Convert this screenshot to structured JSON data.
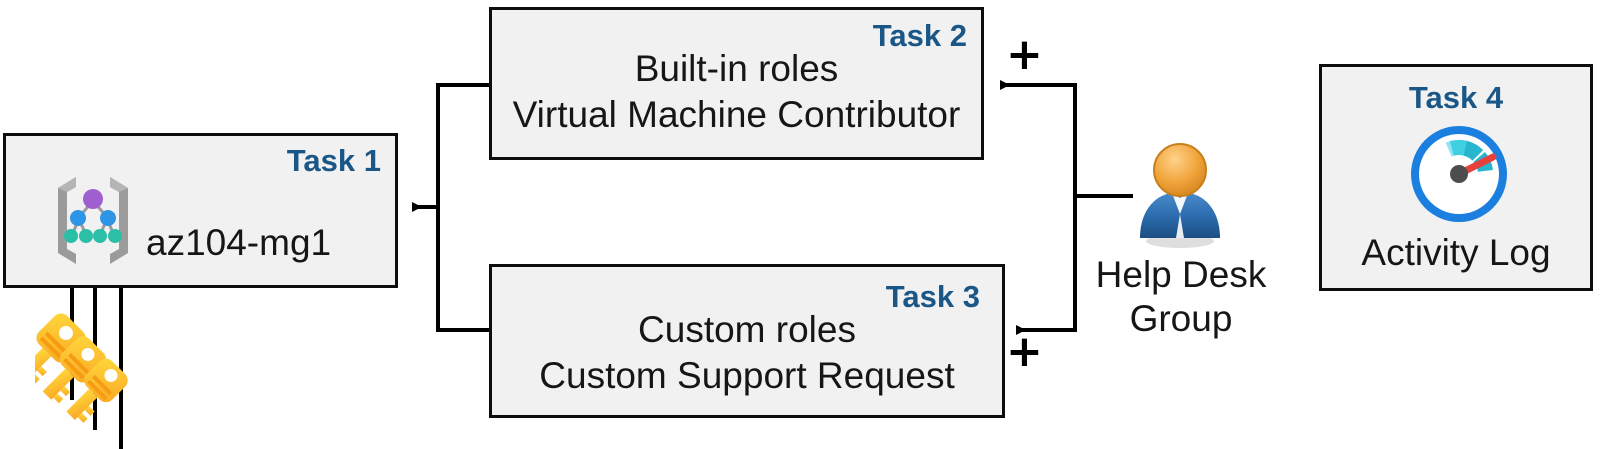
{
  "diagram": {
    "title": "Azure RBAC task diagram",
    "accent_color": "#1a5787",
    "box_fill": "#f1f1f1",
    "box_border": "#0d0d0d",
    "connector_color": "#000000"
  },
  "tasks": [
    {
      "id": "task1",
      "tag": "Task 1",
      "title": "az104-mg1",
      "icon": "management-group-icon"
    },
    {
      "id": "task2",
      "tag": "Task 2",
      "line1": "Built-in roles",
      "line2": "Virtual Machine Contributor",
      "text": "Built-in roles\nVirtual Machine Contributor"
    },
    {
      "id": "task3",
      "tag": "Task 3",
      "line1": "Custom roles",
      "line2": "Custom Support Request",
      "text": "Custom roles\nCustom Support Request"
    },
    {
      "id": "task4",
      "tag": "Task 4",
      "label": "Activity Log",
      "icon": "activity-log-gauge-icon"
    }
  ],
  "persona": {
    "label": "Help Desk\nGroup",
    "line1": "Help Desk",
    "line2": "Group",
    "icon": "user-group-icon"
  },
  "keys": {
    "icon": "keys-icon",
    "count": 3
  },
  "operators": {
    "plus_top": "+",
    "plus_bottom": "+"
  },
  "icon_colors": {
    "gauge_ring": "#1b7fe0",
    "gauge_segment_dark": "#27b6cd",
    "gauge_segment_mid": "#3ecfe0",
    "gauge_segment_light": "#8fe4f5",
    "gauge_segment_pale": "#bfeefb",
    "gauge_needle": "#e8413c",
    "gauge_hub": "#4d4d4d",
    "mg_bracket": "#9b9b9b",
    "mg_node_top": "#a05fd0",
    "mg_node_mid": "#2e95e6",
    "mg_node_leaf": "#2bbfa8",
    "persona_head": "#f0a33a",
    "persona_body": "#2a6aad",
    "key_body": "#ffc20e",
    "key_accent": "#f9a825"
  }
}
